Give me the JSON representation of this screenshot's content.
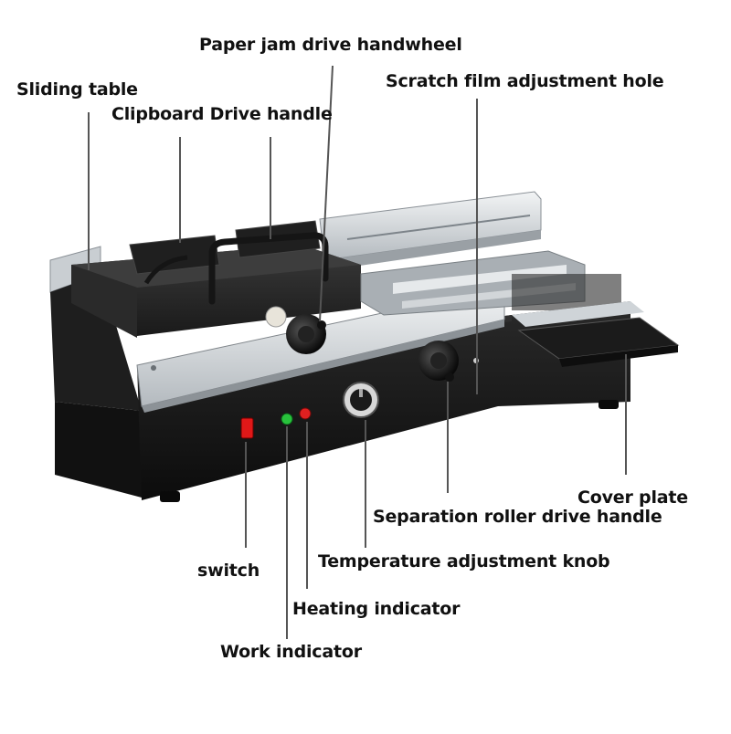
{
  "figure": {
    "subject": "book binding machine",
    "colors": {
      "body": "#141414",
      "metal": "#cfd4d8",
      "label": "#111111",
      "leader": "#555555",
      "switch": "#e01818",
      "work_led": "#28c23c",
      "heat_led": "#e02020"
    }
  },
  "labels": {
    "paper_jam_handwheel": "Paper jam drive handwheel",
    "scratch_film_hole": "Scratch film adjustment hole",
    "sliding_table": "Sliding table",
    "clipboard_handle": "Clipboard Drive handle",
    "cover_plate": "Cover plate",
    "separation_roller_handle": "Separation roller drive handle",
    "switch": "switch",
    "temperature_knob": "Temperature adjustment knob",
    "heating_indicator": "Heating indicator",
    "work_indicator": "Work indicator"
  }
}
